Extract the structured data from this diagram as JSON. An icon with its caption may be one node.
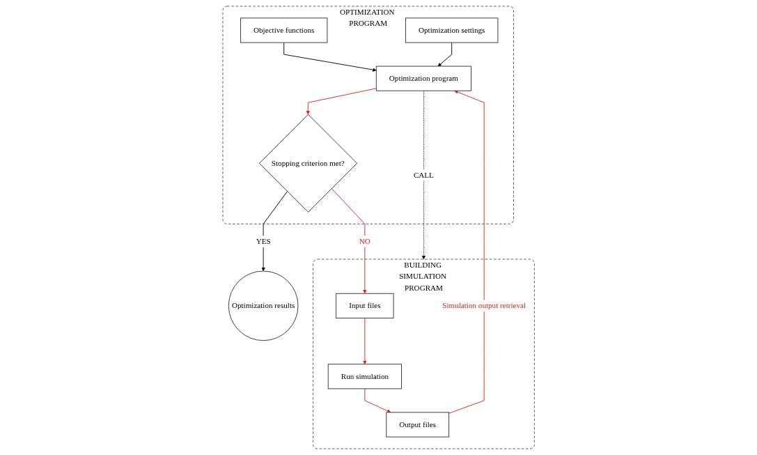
{
  "diagram": {
    "nodes": [
      {
        "text": [
          "OPTIMIZATION PROGRAM"
        ]
      },
      {
        "text": [
          "Objective functions"
        ],
        "in": 0
      },
      {
        "text": [
          "Optimization settings"
        ],
        "in": 0
      },
      {
        "text": [
          "Optimization program"
        ],
        "in": 0
      },
      {
        "text": [
          "Stopping criterion met?"
        ],
        "in": 0
      },
      {
        "text": [
          "Optimization results"
        ]
      },
      {
        "text": [
          "BUILDING SIMULATION PROGRAM"
        ]
      },
      {
        "text": [
          "Output files"
        ],
        "in": 6
      },
      {
        "text": [
          "Run simulation"
        ],
        "in": 6
      },
      {
        "text": [
          "Input files"
        ],
        "in": 6
      }
    ],
    "edges": [
      {
        "from": 1,
        "to": 3,
        "arrow": "to",
        "color": "#000000"
      },
      {
        "from": 2,
        "to": 3,
        "arrow": "to",
        "color": "#000000"
      },
      {
        "from": 3,
        "to": 4,
        "arrow": "to"
      },
      {
        "from": 4,
        "to": 5,
        "arrow": "to",
        "label": "YES",
        "color": "#000000"
      },
      {
        "from": 4,
        "to": 9,
        "arrow": "to",
        "label": "NO"
      },
      {
        "from": 3,
        "to": 6,
        "arrow": "to",
        "label": "CALL",
        "style": "dashed",
        "color": "#000000"
      },
      {
        "from": 9,
        "to": 8,
        "arrow": "to"
      },
      {
        "from": 8,
        "to": 7,
        "arrow": "to"
      },
      {
        "from": 7,
        "to": 3,
        "arrow": "to",
        "label": "Simulation output retrieval"
      }
    ]
  }
}
